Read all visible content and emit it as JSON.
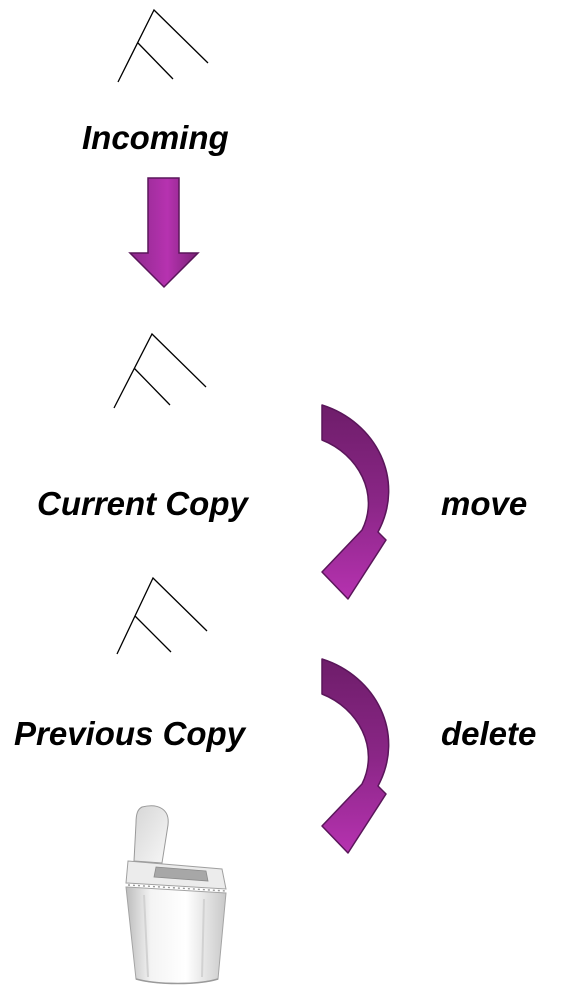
{
  "labels": {
    "incoming": "Incoming",
    "current_copy": "Current Copy",
    "move": "move",
    "previous_copy": "Previous Copy",
    "delete": "delete"
  },
  "colors": {
    "arrow_fill_light": "#b632b0",
    "arrow_fill_dark": "#6e1d6a",
    "arrow_stroke": "#5a165a",
    "tree_stroke": "#000000",
    "text": "#000000"
  },
  "icons": {
    "tree": "tree-icon",
    "down_arrow": "down-arrow-icon",
    "curved_arrow": "curved-arrow-icon",
    "trash_can": "trash-can-icon"
  }
}
